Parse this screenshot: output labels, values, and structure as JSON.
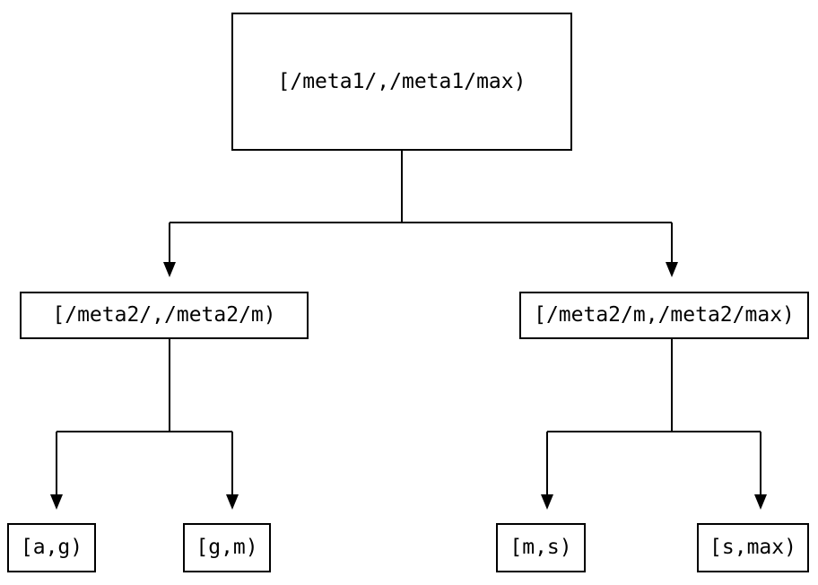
{
  "diagram": {
    "type": "tree",
    "colors": {
      "background": "#ffffff",
      "node_fill": "#ffffff",
      "node_border": "#000000",
      "edge_line": "#000000",
      "text": "#000000"
    },
    "nodes": [
      {
        "id": "root",
        "label": "[/meta1/,/meta1/max)",
        "level": 0
      },
      {
        "id": "meta2-low",
        "label": "[/meta2/,/meta2/m)",
        "level": 1
      },
      {
        "id": "meta2-high",
        "label": "[/meta2/m,/meta2/max)",
        "level": 1
      },
      {
        "id": "a-g",
        "label": "[a,g)",
        "level": 2
      },
      {
        "id": "g-m",
        "label": "[g,m)",
        "level": 2
      },
      {
        "id": "m-s",
        "label": "[m,s)",
        "level": 2
      },
      {
        "id": "s-max",
        "label": "[s,max)",
        "level": 2
      }
    ],
    "edges": [
      {
        "from": "root",
        "to": "meta2-low"
      },
      {
        "from": "root",
        "to": "meta2-high"
      },
      {
        "from": "meta2-low",
        "to": "a-g"
      },
      {
        "from": "meta2-low",
        "to": "g-m"
      },
      {
        "from": "meta2-high",
        "to": "m-s"
      },
      {
        "from": "meta2-high",
        "to": "s-max"
      }
    ]
  }
}
